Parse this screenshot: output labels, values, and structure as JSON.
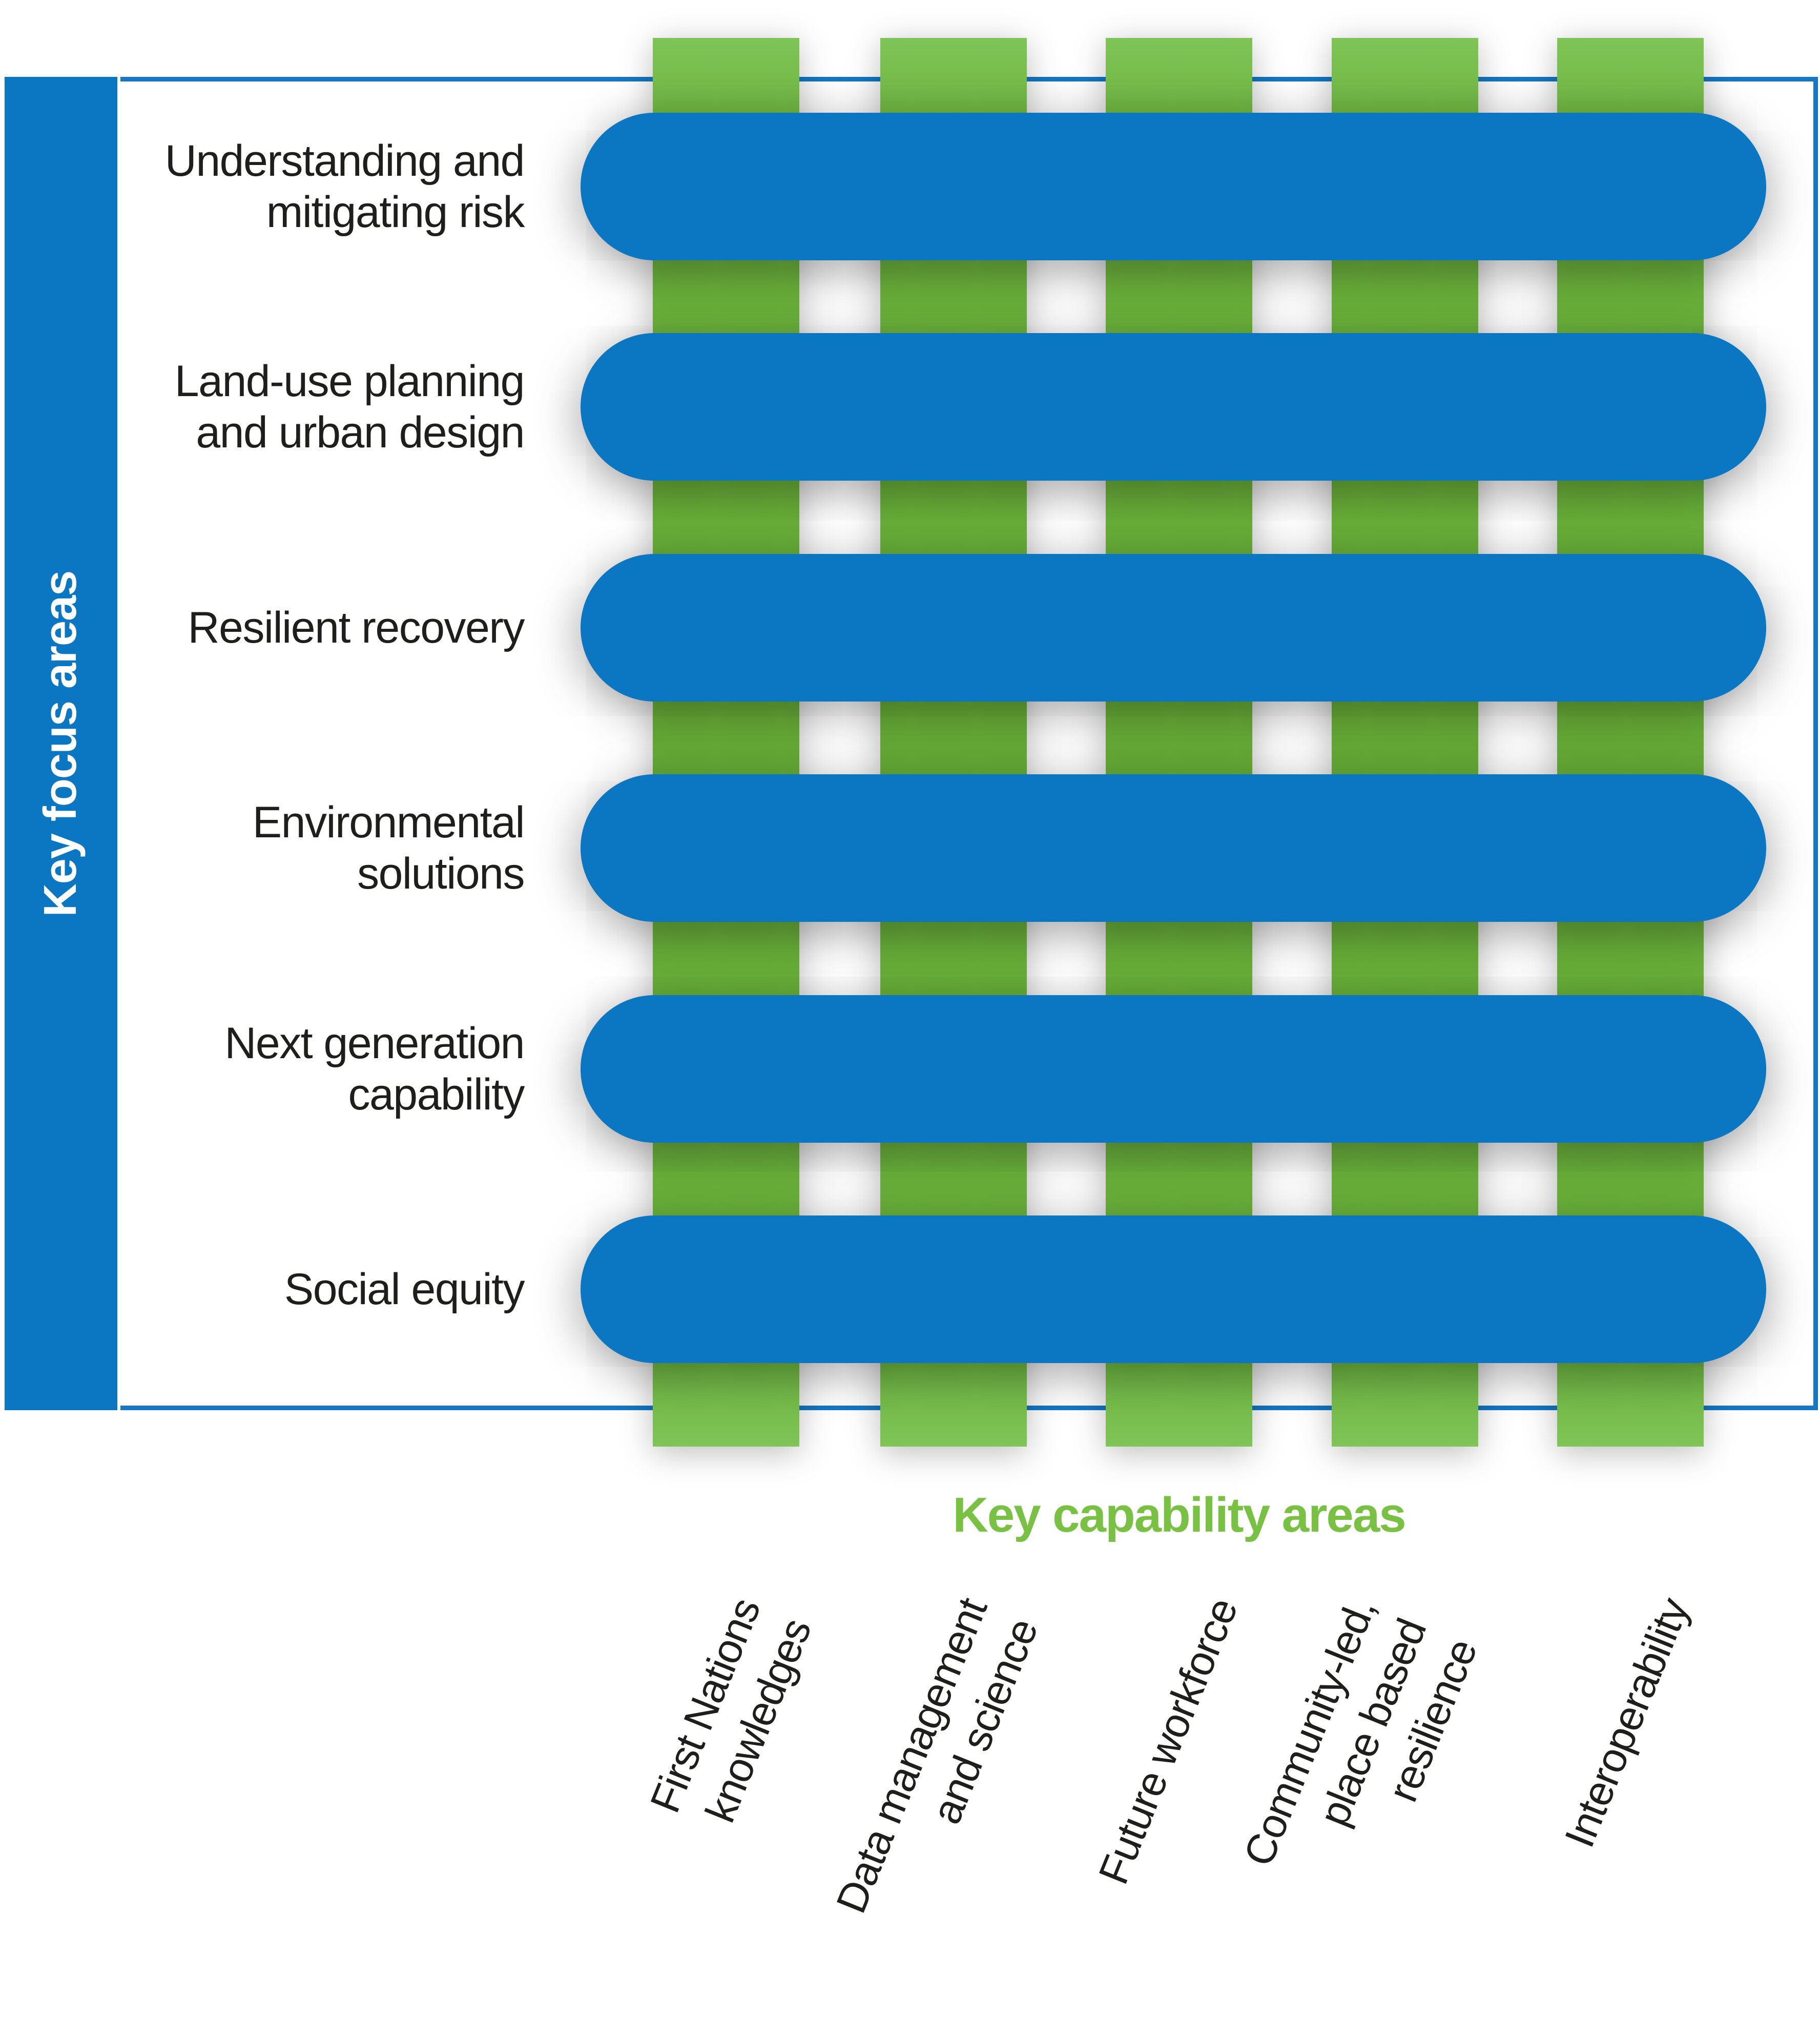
{
  "palette": {
    "pill_blue": "#0b76c2",
    "border_blue": "#1577c5",
    "bar_green": "#6cb43d",
    "heading_green": "#79c143",
    "text_black": "#1e1e1c",
    "label_white": "#ffffff"
  },
  "left_axis": {
    "label": "Key focus areas"
  },
  "bottom_axis": {
    "label": "Key capability areas"
  },
  "focus_areas": [
    {
      "label": "Understanding and\nmitigating risk"
    },
    {
      "label": "Land-use planning\nand urban design"
    },
    {
      "label": "Resilient recovery"
    },
    {
      "label": "Environmental\nsolutions"
    },
    {
      "label": "Next generation\ncapability"
    },
    {
      "label": "Social equity"
    }
  ],
  "capability_areas": [
    {
      "label": "First Nations\nknowledges"
    },
    {
      "label": "Data management\nand science"
    },
    {
      "label": "Future workforce"
    },
    {
      "label": "Community-led,\nplace based\nresilience"
    },
    {
      "label": "Interoperability"
    }
  ]
}
